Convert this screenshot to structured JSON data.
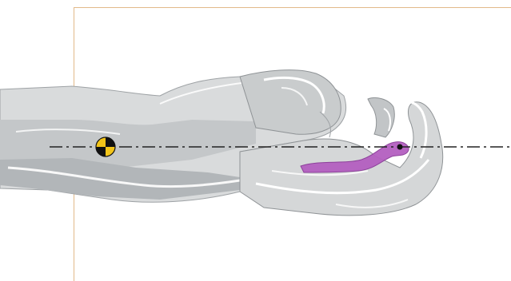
{
  "figure": {
    "subject": "hand-arm-anatomy-illustration",
    "elements": [
      "forearm",
      "wrist",
      "closed-hand",
      "highlighted-finger-tendon",
      "crash-test-target-marker",
      "dash-dot-axis-line"
    ]
  },
  "colors": {
    "background": "#ffffff",
    "frame_border": "#e2b98a",
    "arm_light": "#d9dbdc",
    "arm_mid": "#bfc2c4",
    "arm_dark": "#a5a9ac",
    "highlight": "#b45fc0",
    "highlight_outline": "#8a3a98",
    "marker_yellow": "#f2c419",
    "marker_black": "#111111",
    "axis_line": "#222222"
  }
}
